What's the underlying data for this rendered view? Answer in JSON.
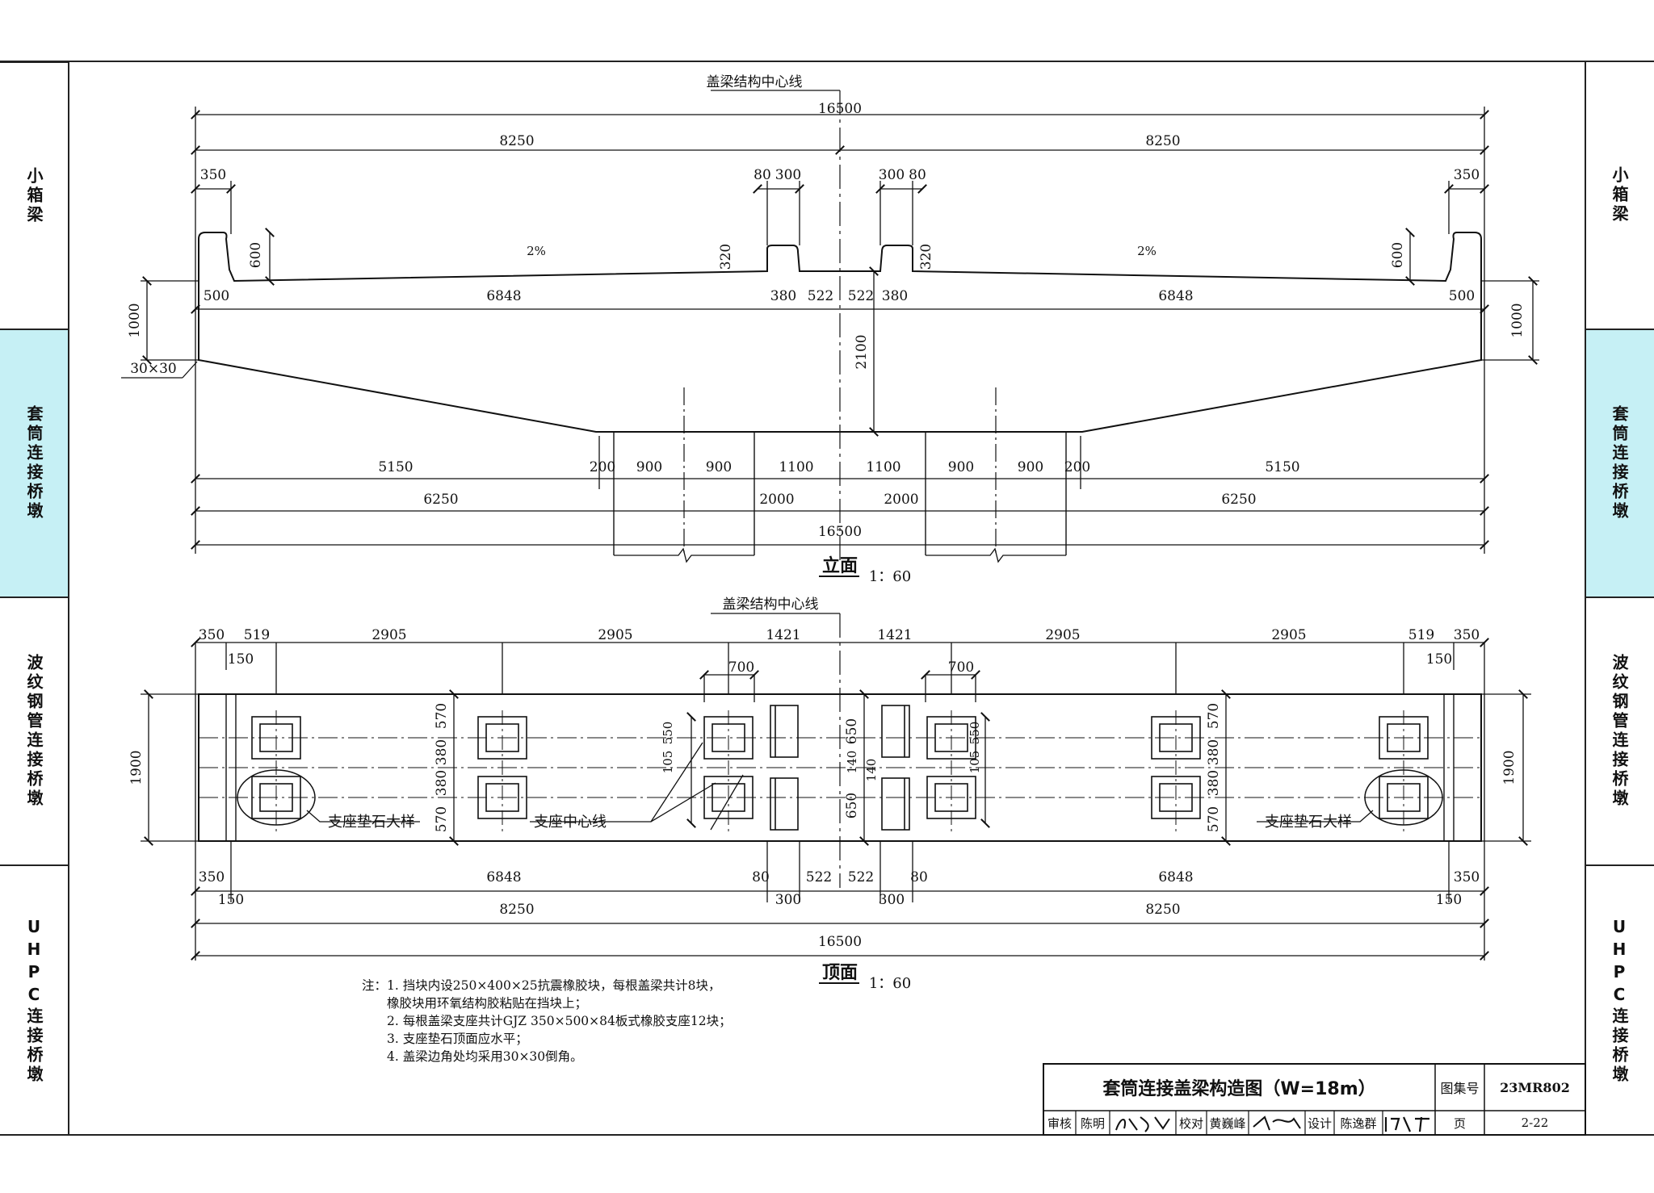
{
  "side_tabs": [
    {
      "label": "小箱梁",
      "highlight": false
    },
    {
      "label": "套筒连接桥墩",
      "highlight": true
    },
    {
      "label": "波纹钢管连接桥墩",
      "highlight": false
    },
    {
      "label": "UHPC连接桥墩",
      "highlight": false
    }
  ],
  "elevation": {
    "centerline_label": "盖梁结构中心线",
    "total": "16500",
    "half_left": "8250",
    "half_right": "8250",
    "edge_350_left": "350",
    "edge_350_right": "350",
    "block_80_left": "80",
    "block_300_left": "300",
    "block_300_right": "300",
    "block_80_right": "80",
    "slope_left": "2%",
    "slope_right": "2%",
    "h600_left": "600",
    "h600_right": "600",
    "h320_left": "320",
    "h320_right": "320",
    "d500_left": "500",
    "d6848_left": "6848",
    "d380_left": "380",
    "d522_left": "522",
    "d522_right": "522",
    "d380_right": "380",
    "d6848_right": "6848",
    "d500_right": "500",
    "h1000_left": "1000",
    "h1000_right": "1000",
    "h2100": "2100",
    "chamfer": "30×30",
    "b5150_left": "5150",
    "b200_left": "200",
    "b900_1": "900",
    "b900_2": "900",
    "b1100_1": "1100",
    "b1100_2": "1100",
    "b900_3": "900",
    "b900_4": "900",
    "b200_right": "200",
    "b5150_right": "5150",
    "c6250_left": "6250",
    "c2000_left": "2000",
    "c2000_right": "2000",
    "c6250_right": "6250",
    "bottom_total": "16500",
    "view_title": "立面",
    "scale": "1：60"
  },
  "plan": {
    "centerline_label": "盖梁结构中心线",
    "t350_left": "350",
    "t519_left": "519",
    "t2905_1": "2905",
    "t2905_2": "2905",
    "t1421_left": "1421",
    "t1421_right": "1421",
    "t2905_3": "2905",
    "t2905_4": "2905",
    "t519_right": "519",
    "t350_right": "350",
    "t150_left": "150",
    "t150_right": "150",
    "w700_left": "700",
    "w700_right": "700",
    "h1900_left": "1900",
    "h1900_right": "1900",
    "v570_a": "570",
    "v380_a": "380",
    "v380_b": "380",
    "v570_b": "570",
    "v570_c": "570",
    "v380_c": "380",
    "v380_d": "380",
    "v570_d": "570",
    "v105_left": "105",
    "v550_left": "550",
    "v650_a": "650",
    "v140_a": "140",
    "v140_b": "140",
    "v650_b": "650",
    "v105_right": "105",
    "v550_right": "550",
    "label_pad_left": "支座垫石大样",
    "label_bearing": "支座中心线",
    "label_pad_right": "支座垫石大样",
    "b350_left": "350",
    "b6848_left": "6848",
    "b80_left": "80",
    "b522_left": "522",
    "b522_right": "522",
    "b80_right": "80",
    "b6848_right": "6848",
    "b350_right": "350",
    "b150_left": "150",
    "b300_left": "300",
    "b300_right": "300",
    "b150_right": "150",
    "b8250_left": "8250",
    "b8250_right": "8250",
    "b16500": "16500",
    "view_title": "顶面",
    "scale": "1：60"
  },
  "notes": {
    "prefix": "注：",
    "items": [
      "1.  挡块内设250×400×25抗震橡胶块，每根盖梁共计8块，",
      "     橡胶块用环氧结构胶粘贴在挡块上；",
      "2.  每根盖梁支座共计GJZ 350×500×84板式橡胶支座12块；",
      "3.  支座垫石顶面应水平；",
      "4.  盖梁边角处均采用30×30倒角。"
    ]
  },
  "title_block": {
    "drawing_title": "套筒连接盖梁构造图（W=18m）",
    "atlas_label": "图集号",
    "atlas_no": "23MR802",
    "review_label": "审核",
    "reviewer": "陈明",
    "check_label": "校对",
    "checker": "黄巍峰",
    "design_label": "设计",
    "designer": "陈逸群",
    "page_label": "页",
    "page_no": "2-22"
  }
}
